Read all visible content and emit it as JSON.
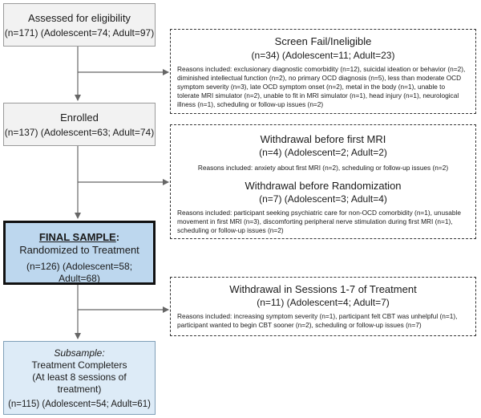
{
  "eligibility": {
    "title": "Assessed for eligibility",
    "counts": "(n=171) (Adolescent=74; Adult=97)"
  },
  "screen_fail": {
    "title": "Screen Fail/Ineligible",
    "counts": "(n=34) (Adolescent=11; Adult=23)",
    "reasons": "Reasons included: exclusionary diagnostic comorbidity (n=12), suicidal ideation or behavior (n=2), diminished intellectual function (n=2), no primary OCD diagnosis (n=5), less than moderate OCD symptom severity (n=3), late OCD symptom onset (n=2), metal in the body (n=1), unable to tolerate MRI simulator (n=2), unable to fit in MRI simulator (n=1), head injury (n=1), neurological illness (n=1), scheduling or follow-up issues (n=2)"
  },
  "enrolled": {
    "title": "Enrolled",
    "counts": "(n=137) (Adolescent=63; Adult=74)"
  },
  "withdrawal_mri": {
    "title": "Withdrawal before first MRI",
    "counts": "(n=4) (Adolescent=2; Adult=2)",
    "reasons": "Reasons included: anxiety about first MRI (n=2), scheduling or follow-up issues (n=2)"
  },
  "withdrawal_rand": {
    "title": "Withdrawal before Randomization",
    "counts": "(n=7) (Adolescent=3; Adult=4)",
    "reasons": "Reasons included: participant seeking psychiatric care for non-OCD comorbidity (n=1), unusable movement in first MRI (n=3), discomforting peripheral nerve stimulation during first MRI (n=1), scheduling or follow-up issues (n=2)"
  },
  "final_sample": {
    "title": "FINAL SAMPLE",
    "colon": ":",
    "line2": "Randomized to Treatment",
    "counts": "(n=126) (Adolescent=58; Adult=68)"
  },
  "withdrawal_sessions": {
    "title": "Withdrawal in Sessions 1-7 of Treatment",
    "counts": "(n=11) (Adolescent=4; Adult=7)",
    "reasons": "Reasons included: increasing symptom severity (n=1), participant felt CBT was unhelpful (n=1), participant wanted to begin CBT sooner (n=2), scheduling or follow-up issues (n=7)"
  },
  "subsample": {
    "label": "Subsample:",
    "line2": "Treatment Completers",
    "line3": "(At least 8 sessions of",
    "line4": "treatment)",
    "counts": "(n=115) (Adolescent=54; Adult=61)"
  },
  "colors": {
    "final_fill": "#bdd7ee",
    "subsample_fill": "#ddebf7",
    "box_fill": "#f2f2f2"
  }
}
